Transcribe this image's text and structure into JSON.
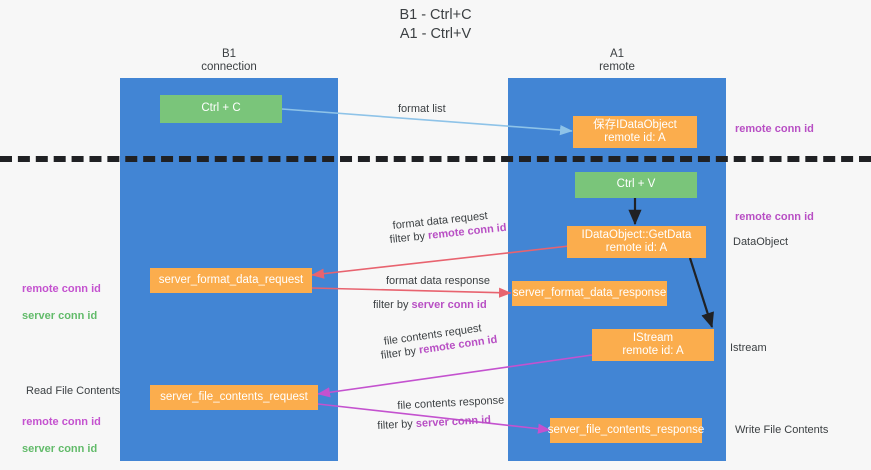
{
  "title": "B1 - Ctrl+C\nA1 - Ctrl+V",
  "columns": {
    "left": "B1\nconnection",
    "right": "A1\nremote"
  },
  "colors": {
    "lane": "#4285d4",
    "green_box": "#7ac57a",
    "orange_box": "#fbad4d",
    "purple_text": "#b84fc4",
    "green_text": "#62bb6a",
    "arrow_blue": "#8ec3e8",
    "arrow_red": "#e8636f",
    "arrow_purple": "#c452cf",
    "arrow_black": "#202124",
    "background": "#f7f7f7"
  },
  "boxes": {
    "ctrl_c": "Ctrl + C",
    "ctrl_v": "Ctrl + V",
    "save_idataobject": "保存IDataObject\nremote id: A",
    "getdata": "IDataObject::GetData\nremote id: A",
    "istream": "IStream\nremote id: A",
    "server_format_data_request": "server_format_data_request",
    "server_format_data_response": "server_format_data_response",
    "server_file_contents_request": "server_file_contents_request",
    "server_file_contents_response": "server_file_contents_response"
  },
  "captions": {
    "format_list": "format list",
    "format_data_request": "format data request",
    "format_data_request_filter_prefix": "filter by ",
    "format_data_request_filter_key": "remote conn id",
    "format_data_response": "format data response",
    "format_data_response_filter_prefix": "filter by ",
    "format_data_response_filter_key": "server conn id",
    "file_contents_request": "file contents request",
    "file_contents_request_filter_prefix": "filter by ",
    "file_contents_request_filter_key": "remote conn id",
    "file_contents_response": "file contents response",
    "file_contents_response_filter_prefix": "filter by ",
    "file_contents_response_filter_key": "server conn id"
  },
  "right_notes": {
    "remote_conn_id_top": "remote conn id",
    "remote_conn_id_mid": "remote conn id",
    "dataobject": "DataObject",
    "istream": "Istream",
    "write_file_contents": "Write File Contents"
  },
  "left_notes": {
    "mid_remote": "remote conn id",
    "mid_server": "server conn id",
    "read_file_contents": "Read File Contents",
    "low_remote": "remote conn id",
    "low_server": "server conn id"
  }
}
